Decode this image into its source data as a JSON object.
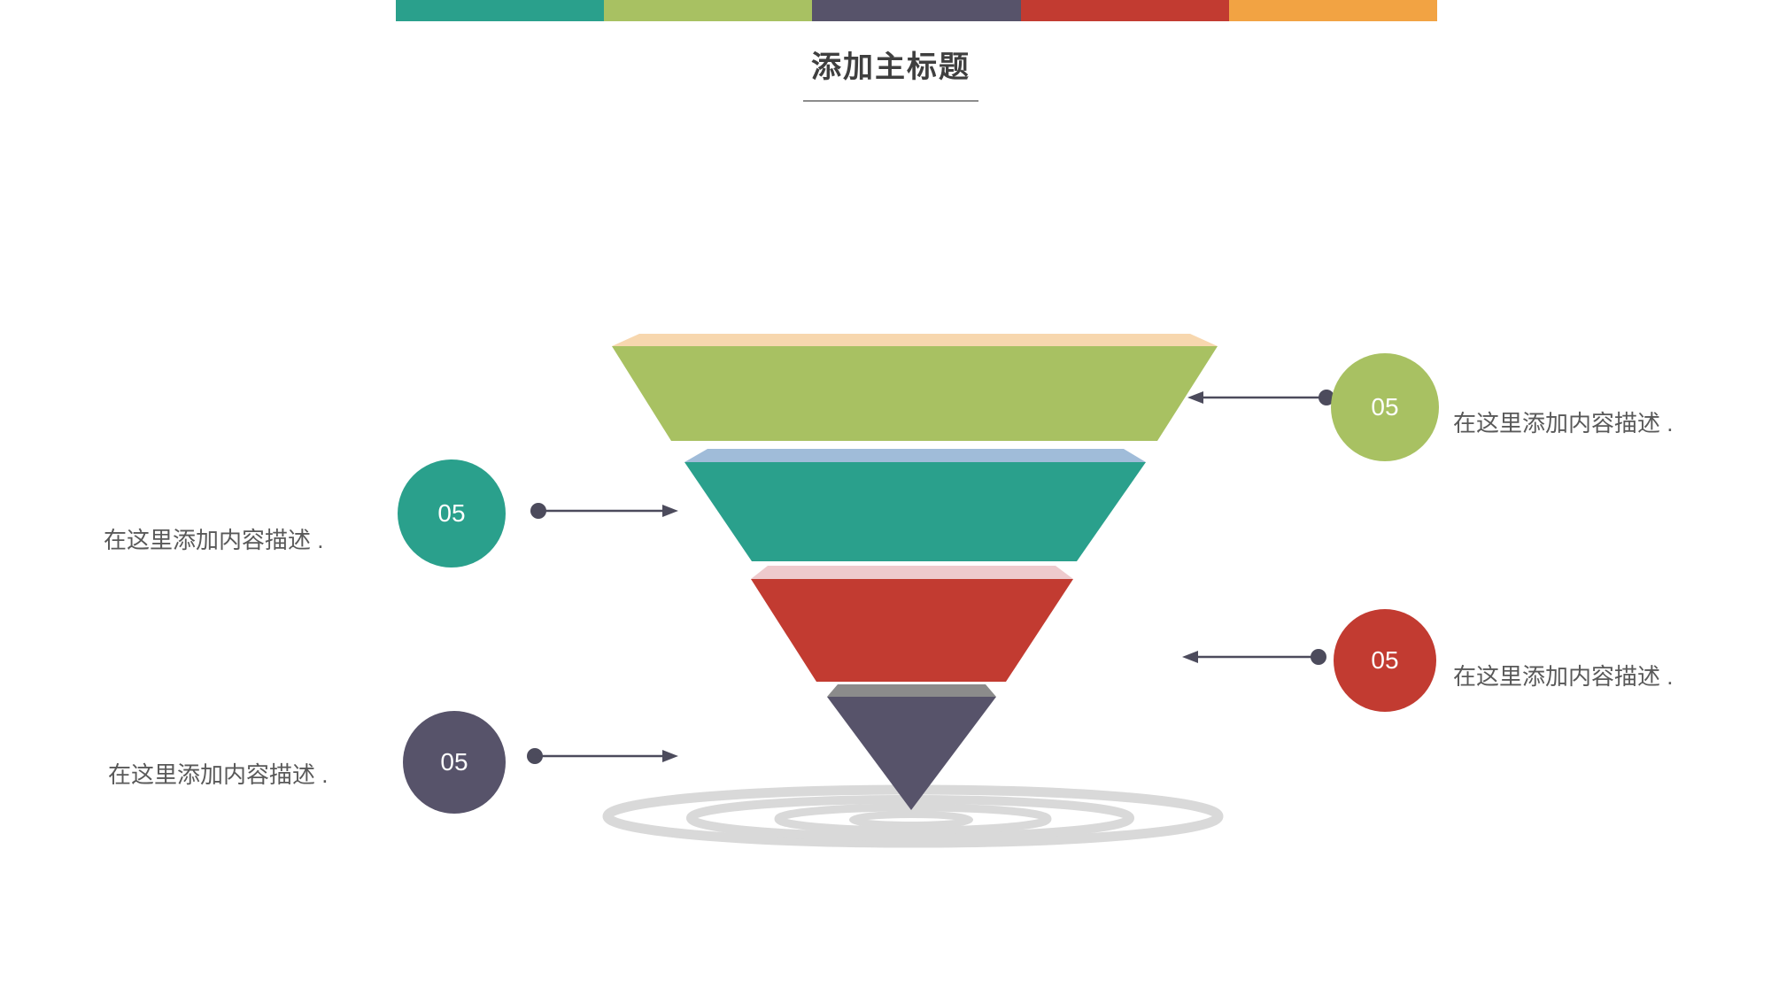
{
  "slide": {
    "title": "添加主标题",
    "background_color": "#ffffff",
    "title_color": "#3f3f3f",
    "accent_bar": {
      "colors": [
        "#2aa08c",
        "#a8c162",
        "#57536a",
        "#c23b31",
        "#f2a343"
      ]
    }
  },
  "funnel": {
    "layers": [
      {
        "name": "level-1",
        "face_color": "#a8c162",
        "top_color": "#f7d7ae"
      },
      {
        "name": "level-2",
        "face_color": "#2aa08c",
        "top_color": "#a0bcd9"
      },
      {
        "name": "level-3",
        "face_color": "#c23b31",
        "top_color": "#eecacd"
      },
      {
        "name": "level-4",
        "face_color": "#57536a",
        "top_color": "#8b8b8b"
      }
    ],
    "ripple_color": "#d9d9d9"
  },
  "connector_color": "#4c4b5c",
  "desc_text_color": "#595959",
  "callouts": [
    {
      "number": "05",
      "desc": "在这里添加内容描述 .",
      "color": "#a8c162",
      "side": "right"
    },
    {
      "number": "05",
      "desc": "在这里添加内容描述 .",
      "color": "#2aa08c",
      "side": "left"
    },
    {
      "number": "05",
      "desc": "在这里添加内容描述 .",
      "color": "#c23b31",
      "side": "right"
    },
    {
      "number": "05",
      "desc": "在这里添加内容描述 .",
      "color": "#57536a",
      "side": "left"
    }
  ]
}
